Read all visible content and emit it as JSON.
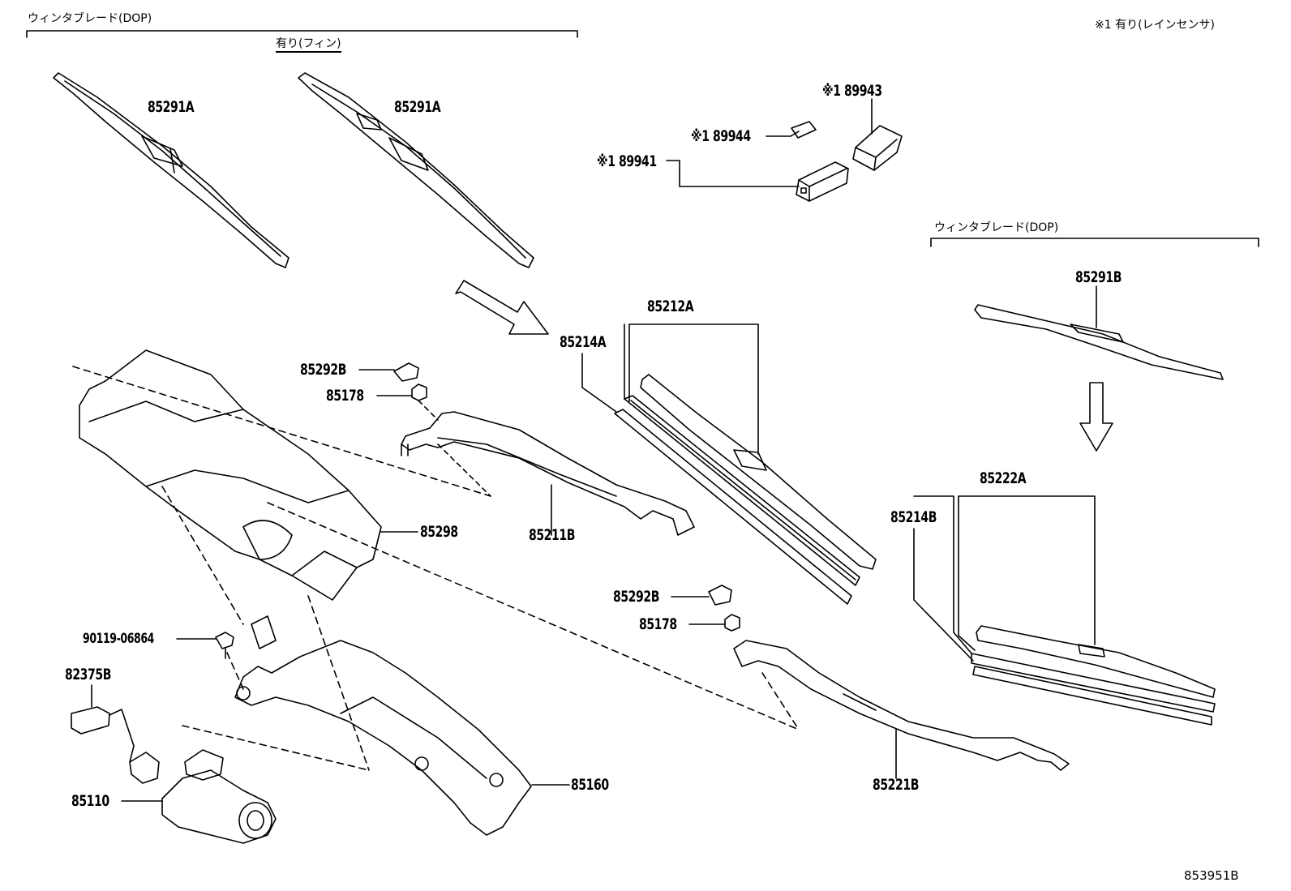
{
  "header": {
    "group_left": "ウィンタブレード(DOP)",
    "group_left_sub": "有り(フィン)",
    "note_top_right": "※1 有り(レインセンサ)",
    "group_right": "ウィンタブレード(DOP)"
  },
  "parts": {
    "p85291A_1": "85291A",
    "p85291A_2": "85291A",
    "p89943": "※1 89943",
    "p89944": "※1 89944",
    "p89941": "※1 89941",
    "p85291B": "85291B",
    "p85212A": "85212A",
    "p85214A": "85214A",
    "p85292B_1": "85292B",
    "p85178_1": "85178",
    "p85298": "85298",
    "p85211B": "85211B",
    "p85222A": "85222A",
    "p85214B": "85214B",
    "p85292B_2": "85292B",
    "p85178_2": "85178",
    "p90119": "90119-06864",
    "p82375B": "82375B",
    "p85160": "85160",
    "p85110": "85110",
    "p85221B": "85221B"
  },
  "footer": {
    "diagram_code": "853951B"
  }
}
